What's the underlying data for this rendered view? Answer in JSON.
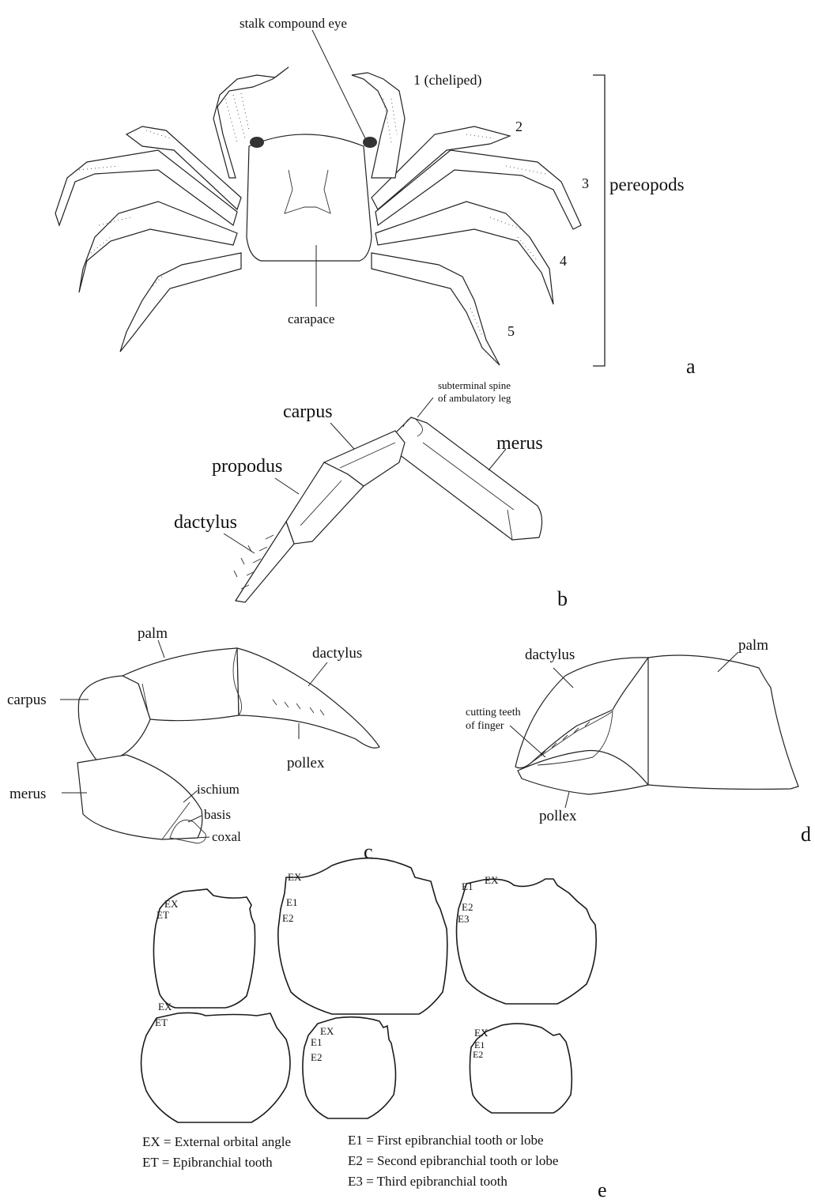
{
  "panel_a": {
    "stalk_eye": "stalk compound eye",
    "leg1": "1 (cheliped)",
    "leg2": "2",
    "leg3": "3",
    "leg4": "4",
    "leg5": "5",
    "pereopods": "pereopods",
    "carapace": "carapace",
    "letter": "a"
  },
  "panel_b": {
    "spine_line1": "subterminal spine",
    "spine_line2": "of ambulatory leg",
    "carpus": "carpus",
    "merus": "merus",
    "propodus": "propodus",
    "dactylus": "dactylus",
    "letter": "b"
  },
  "panel_c": {
    "palm": "palm",
    "dactylus": "dactylus",
    "carpus": "carpus",
    "pollex": "pollex",
    "merus": "merus",
    "ischium": "ischium",
    "basis": "basis",
    "coxal": "coxal",
    "letter": "c"
  },
  "panel_d": {
    "dactylus": "dactylus",
    "palm": "palm",
    "teeth_line1": "cutting teeth",
    "teeth_line2": "of finger",
    "pollex": "pollex",
    "letter": "d"
  },
  "panel_e": {
    "c1": {
      "a": "EX",
      "b": "ET"
    },
    "c2": {
      "a": "EX",
      "b": "E1",
      "c": "E2"
    },
    "c3": {
      "a": "E1",
      "b": "EX",
      "c": "E2",
      "d": "E3"
    },
    "c4": {
      "a": "EX",
      "b": "ET"
    },
    "c5": {
      "a": "EX",
      "b": "E1",
      "c": "E2"
    },
    "c6": {
      "a": "EX",
      "b": "E1",
      "c": "E2"
    },
    "legend": {
      "ex": "EX = External orbital angle",
      "et": "ET = Epibranchial tooth",
      "e1": "E1 = First epibranchial tooth or lobe",
      "e2": "E2 = Second epibranchial tooth or lobe",
      "e3": "E3 = Third epibranchial tooth"
    },
    "letter": "e"
  }
}
